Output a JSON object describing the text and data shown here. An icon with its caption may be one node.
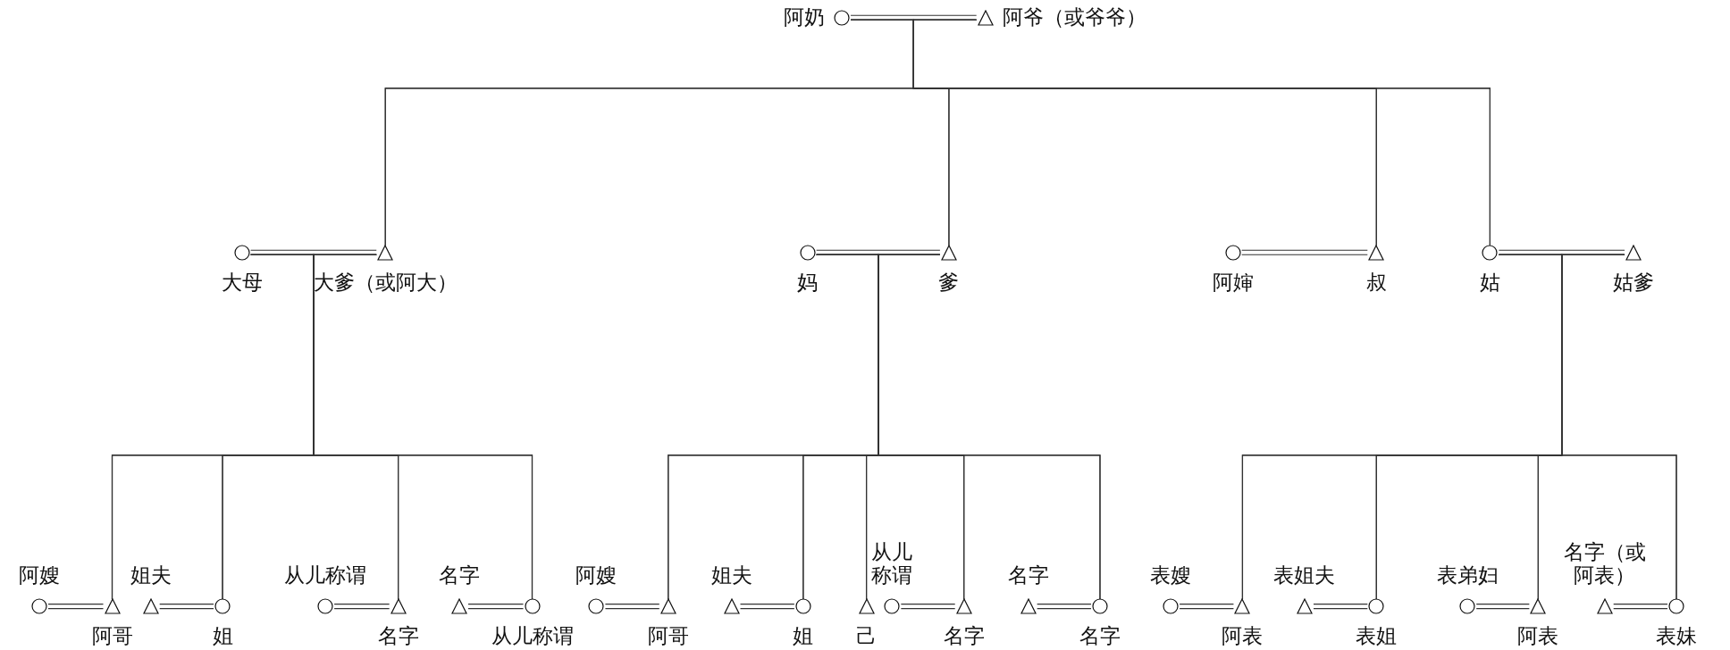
{
  "diagram": {
    "nodes": [
      {
        "text": [],
        "shape": "circle",
        "beside": [
          "阿奶"
        ]
      },
      {
        "text": [],
        "shape": "triangle",
        "beside": [
          "阿爷（或爷爷）"
        ]
      },
      {
        "text": [],
        "shape": "circle",
        "beside": [
          "大母"
        ]
      },
      {
        "text": [],
        "shape": "triangle",
        "beside": [
          "大爹（或阿大）"
        ]
      },
      {
        "text": [],
        "shape": "circle",
        "beside": [
          "妈"
        ]
      },
      {
        "text": [],
        "shape": "triangle",
        "beside": [
          "爹"
        ]
      },
      {
        "text": [],
        "shape": "circle",
        "beside": [
          "阿婶"
        ]
      },
      {
        "text": [],
        "shape": "triangle",
        "beside": [
          "叔"
        ]
      },
      {
        "text": [],
        "shape": "circle",
        "beside": [
          "姑"
        ]
      },
      {
        "text": [],
        "shape": "triangle",
        "beside": [
          "姑爹"
        ]
      },
      {
        "text": [],
        "shape": "circle",
        "beside": [
          "阿嫂"
        ]
      },
      {
        "text": [],
        "shape": "triangle",
        "beside": [
          "阿哥"
        ]
      },
      {
        "text": [],
        "shape": "triangle",
        "beside": [
          "姐夫"
        ]
      },
      {
        "text": [],
        "shape": "circle",
        "beside": [
          "姐"
        ]
      },
      {
        "text": [],
        "shape": "circle",
        "beside": [
          "从儿称谓"
        ]
      },
      {
        "text": [],
        "shape": "triangle",
        "beside": [
          "名字"
        ]
      },
      {
        "text": [],
        "shape": "triangle",
        "beside": [
          "名字"
        ]
      },
      {
        "text": [],
        "shape": "circle",
        "beside": [
          "从儿称谓"
        ]
      },
      {
        "text": [],
        "shape": "circle",
        "beside": [
          "阿嫂"
        ]
      },
      {
        "text": [],
        "shape": "triangle",
        "beside": [
          "阿哥"
        ]
      },
      {
        "text": [],
        "shape": "triangle",
        "beside": [
          "姐夫"
        ]
      },
      {
        "text": [],
        "shape": "circle",
        "beside": [
          "姐"
        ]
      },
      {
        "text": [],
        "shape": "triangle",
        "beside": [
          "己"
        ]
      },
      {
        "text": [],
        "shape": "circle",
        "beside": [
          "从儿称谓"
        ]
      },
      {
        "text": [],
        "shape": "triangle",
        "beside": [
          "名字"
        ]
      },
      {
        "text": [],
        "shape": "triangle",
        "beside": [
          "名字"
        ]
      },
      {
        "text": [],
        "shape": "circle",
        "beside": [
          "名字"
        ]
      },
      {
        "text": [],
        "shape": "circle",
        "beside": [
          "表嫂"
        ]
      },
      {
        "text": [],
        "shape": "triangle",
        "beside": [
          "阿表"
        ]
      },
      {
        "text": [],
        "shape": "triangle",
        "beside": [
          "表姐夫"
        ]
      },
      {
        "text": [],
        "shape": "circle",
        "beside": [
          "表姐"
        ]
      },
      {
        "text": [],
        "shape": "circle",
        "beside": [
          "表弟妇"
        ]
      },
      {
        "text": [],
        "shape": "triangle",
        "beside": [
          "阿表"
        ]
      },
      {
        "text": [],
        "shape": "triangle",
        "beside": [
          "名字（或阿表）"
        ]
      },
      {
        "text": [],
        "shape": "circle",
        "beside": [
          "表妹"
        ]
      }
    ],
    "edges": [
      {
        "from": 0,
        "to": 1,
        "arrow": "none"
      },
      {
        "from": 0,
        "to": 3,
        "arrow": "none"
      },
      {
        "from": 1,
        "to": 3,
        "arrow": "none"
      },
      {
        "from": 0,
        "to": 5,
        "arrow": "none"
      },
      {
        "from": 1,
        "to": 5,
        "arrow": "none"
      },
      {
        "from": 0,
        "to": 7,
        "arrow": "none"
      },
      {
        "from": 1,
        "to": 7,
        "arrow": "none"
      },
      {
        "from": 0,
        "to": 8,
        "arrow": "none"
      },
      {
        "from": 1,
        "to": 8,
        "arrow": "none"
      },
      {
        "from": 2,
        "to": 3,
        "arrow": "none"
      },
      {
        "from": 4,
        "to": 5,
        "arrow": "none"
      },
      {
        "from": 6,
        "to": 7,
        "arrow": "none"
      },
      {
        "from": 8,
        "to": 9,
        "arrow": "none"
      },
      {
        "from": 2,
        "to": 11,
        "arrow": "none"
      },
      {
        "from": 3,
        "to": 11,
        "arrow": "none"
      },
      {
        "from": 2,
        "to": 13,
        "arrow": "none"
      },
      {
        "from": 3,
        "to": 13,
        "arrow": "none"
      },
      {
        "from": 2,
        "to": 15,
        "arrow": "none"
      },
      {
        "from": 3,
        "to": 15,
        "arrow": "none"
      },
      {
        "from": 2,
        "to": 17,
        "arrow": "none"
      },
      {
        "from": 3,
        "to": 17,
        "arrow": "none"
      },
      {
        "from": 4,
        "to": 19,
        "arrow": "none"
      },
      {
        "from": 5,
        "to": 19,
        "arrow": "none"
      },
      {
        "from": 4,
        "to": 21,
        "arrow": "none"
      },
      {
        "from": 5,
        "to": 21,
        "arrow": "none"
      },
      {
        "from": 4,
        "to": 22,
        "arrow": "none"
      },
      {
        "from": 5,
        "to": 22,
        "arrow": "none"
      },
      {
        "from": 4,
        "to": 24,
        "arrow": "none"
      },
      {
        "from": 5,
        "to": 24,
        "arrow": "none"
      },
      {
        "from": 4,
        "to": 26,
        "arrow": "none"
      },
      {
        "from": 5,
        "to": 26,
        "arrow": "none"
      },
      {
        "from": 8,
        "to": 28,
        "arrow": "none"
      },
      {
        "from": 9,
        "to": 28,
        "arrow": "none"
      },
      {
        "from": 8,
        "to": 30,
        "arrow": "none"
      },
      {
        "from": 9,
        "to": 30,
        "arrow": "none"
      },
      {
        "from": 8,
        "to": 32,
        "arrow": "none"
      },
      {
        "from": 9,
        "to": 32,
        "arrow": "none"
      },
      {
        "from": 8,
        "to": 34,
        "arrow": "none"
      },
      {
        "from": 9,
        "to": 34,
        "arrow": "none"
      },
      {
        "from": 10,
        "to": 11,
        "arrow": "none"
      },
      {
        "from": 12,
        "to": 13,
        "arrow": "none"
      },
      {
        "from": 14,
        "to": 15,
        "arrow": "none"
      },
      {
        "from": 16,
        "to": 17,
        "arrow": "none"
      },
      {
        "from": 18,
        "to": 19,
        "arrow": "none"
      },
      {
        "from": 20,
        "to": 21,
        "arrow": "none"
      },
      {
        "from": 23,
        "to": 24,
        "arrow": "none"
      },
      {
        "from": 25,
        "to": 26,
        "arrow": "none"
      },
      {
        "from": 27,
        "to": 28,
        "arrow": "none"
      },
      {
        "from": 29,
        "to": 30,
        "arrow": "none"
      },
      {
        "from": 31,
        "to": 32,
        "arrow": "none"
      },
      {
        "from": 33,
        "to": 34,
        "arrow": "none"
      }
    ]
  }
}
